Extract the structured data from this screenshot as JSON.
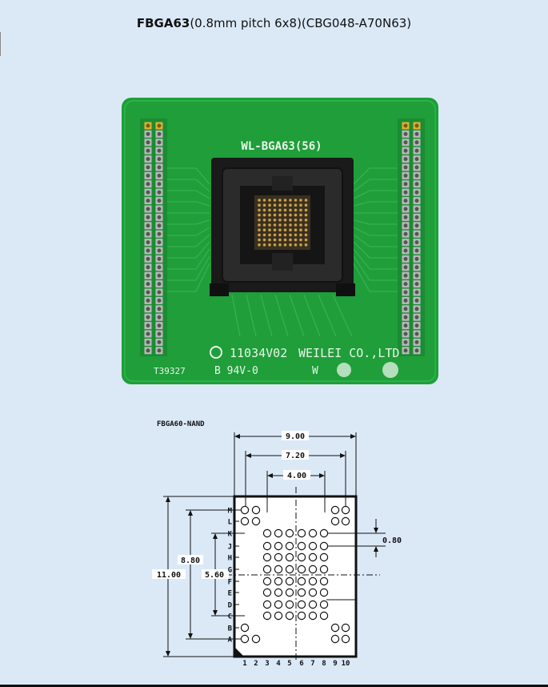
{
  "page": {
    "title_bold": "FBGA63",
    "title_rest": "(0.8mm pitch 6x8)(CBG048-A70N63)"
  },
  "board": {
    "model_label": "WL-BGA63(56)",
    "date_code": "11034V02",
    "company": "WEILEI CO.,LTD",
    "part_number": "T39327",
    "rating": "B 94V-0",
    "watermark": "W",
    "color_board": "#1f9e3a",
    "color_socket": "#1a1a1a"
  },
  "diagram": {
    "caption": "FBGA60-NAND",
    "dim_outer": "9.00",
    "dim_mid": "7.20",
    "dim_inner": "4.00",
    "dim_pitch": "0.80",
    "dim_height": "11.00",
    "dim_ball_span": "8.80",
    "dim_inner_span": "5.60",
    "rows": [
      "M",
      "L",
      "K",
      "J",
      "H",
      "G",
      "F",
      "E",
      "D",
      "C",
      "B",
      "A"
    ],
    "cols": [
      "1",
      "2",
      "3",
      "4",
      "5",
      "6",
      "7",
      "8",
      "9",
      "10"
    ]
  }
}
